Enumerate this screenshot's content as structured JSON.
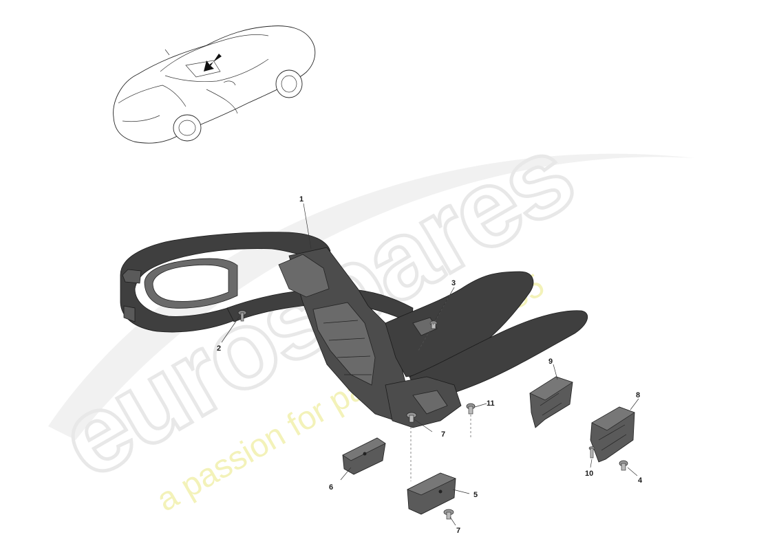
{
  "watermark": {
    "brand": "eurospares",
    "tagline": "a passion for parts since 1985"
  },
  "callouts": [
    {
      "id": "c1",
      "label": "1"
    },
    {
      "id": "c2",
      "label": "2"
    },
    {
      "id": "c3",
      "label": "3"
    },
    {
      "id": "c4",
      "label": "4"
    },
    {
      "id": "c5",
      "label": "5"
    },
    {
      "id": "c6",
      "label": "6"
    },
    {
      "id": "c7a",
      "label": "7"
    },
    {
      "id": "c7b",
      "label": "7"
    },
    {
      "id": "c8",
      "label": "8"
    },
    {
      "id": "c9",
      "label": "9"
    },
    {
      "id": "c10",
      "label": "10"
    },
    {
      "id": "c11",
      "label": "11"
    }
  ]
}
